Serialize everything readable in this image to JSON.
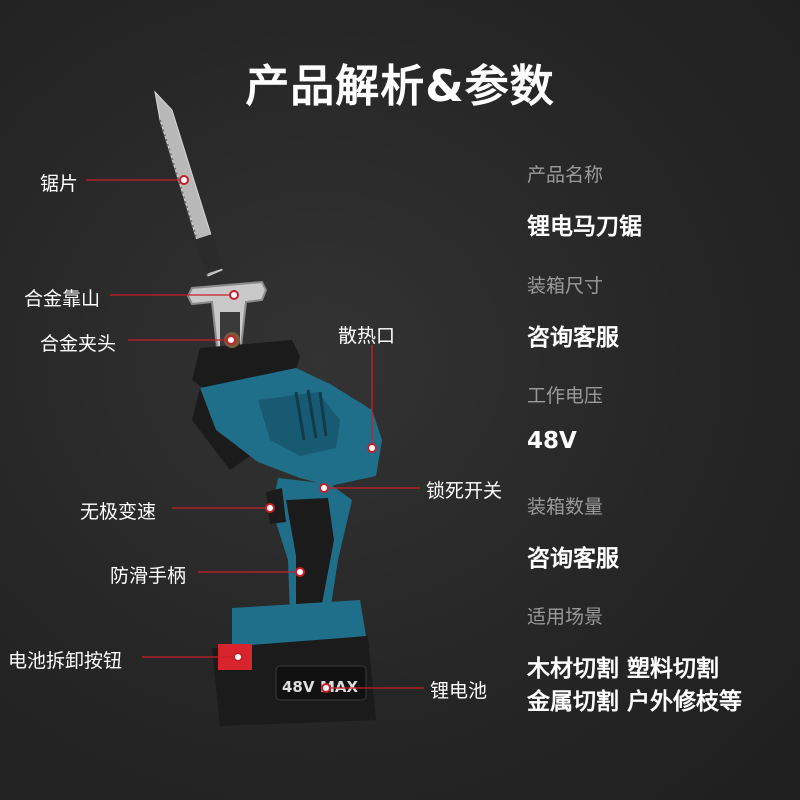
{
  "title": "产品解析&参数",
  "colors": {
    "background": "#2a2a2a",
    "leader_line": "#c8202a",
    "tool_body": "#1f6f8b",
    "tool_black": "#1b1b1b",
    "battery_red": "#d8242c"
  },
  "callouts": {
    "blade": "锯片",
    "alloy_shoe": "合金靠山",
    "alloy_chuck": "合金夹头",
    "vent": "散热口",
    "lock_switch": "锁死开关",
    "variable_speed": "无极变速",
    "anti_slip_handle": "防滑手柄",
    "battery_release_button": "电池拆卸按钮",
    "lithium_battery": "锂电池"
  },
  "battery_label": {
    "voltage": "48V",
    "max": "MAX"
  },
  "specs": [
    {
      "label": "产品名称",
      "value": "锂电马刀锯"
    },
    {
      "label": "装箱尺寸",
      "value": "咨询客服"
    },
    {
      "label": "工作电压",
      "value": "48V"
    },
    {
      "label": "装箱数量",
      "value": "咨询客服"
    },
    {
      "label": "适用场景",
      "value": "木材切割 塑料切割",
      "value2": "金属切割 户外修枝等"
    }
  ]
}
